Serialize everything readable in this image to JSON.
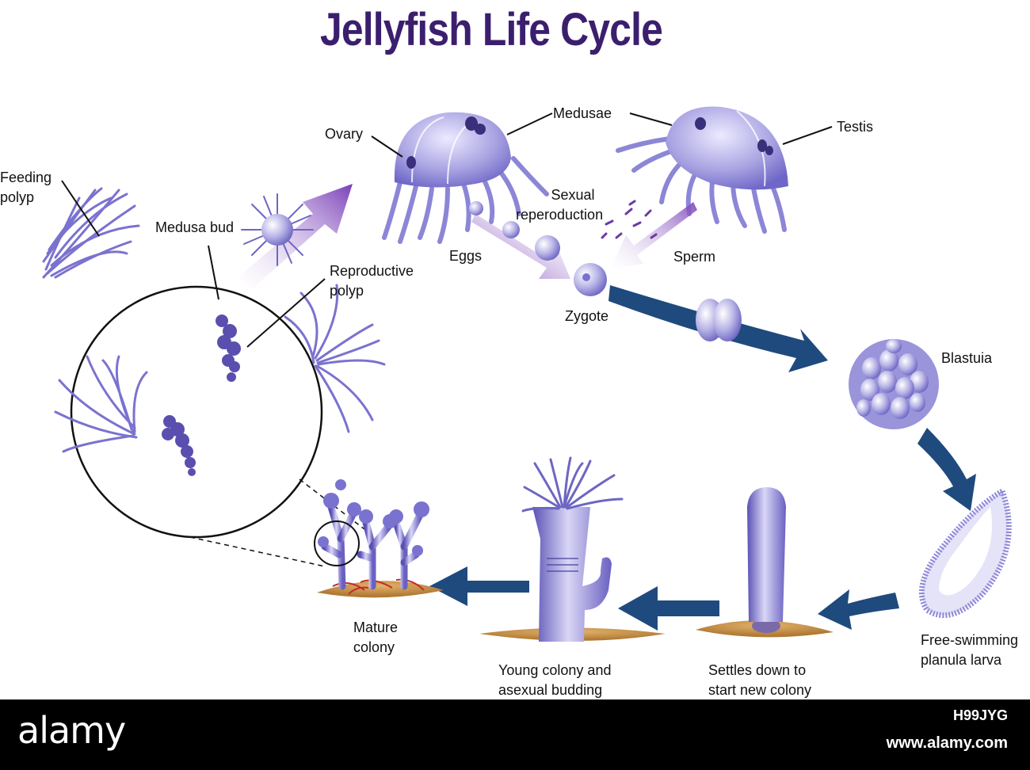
{
  "title": "Jellyfish Life Cycle",
  "labels": {
    "feeding_polyp": [
      "Feeding",
      "polyp"
    ],
    "medusa_bud": "Medusa bud",
    "reproductive_polyp": [
      "Reproductive",
      "polyp"
    ],
    "ovary": "Ovary",
    "medusae": "Medusae",
    "testis": "Testis",
    "sexual_reproduction": [
      "Sexual",
      "reperoduction"
    ],
    "eggs": "Eggs",
    "sperm": "Sperm",
    "zygote": "Zygote",
    "blastula": "Blastuia",
    "planula": [
      "Free-swimming",
      "planula larva"
    ],
    "settles": [
      "Settles down to",
      "start new colony"
    ],
    "young_colony": [
      "Young colony and",
      "asexual budding"
    ],
    "mature_colony": [
      "Mature",
      "colony"
    ]
  },
  "footer": {
    "brand": "alamy",
    "image_id": "H99JYG",
    "site": "www.alamy.com"
  },
  "colors": {
    "title": "#3b1f6e",
    "arrow_dark": "#1f4a7e",
    "organism": "#8c86d6",
    "organism_dark": "#4a3f9a",
    "purple_arrow": "#7a4bb8",
    "ground": "#c8954e"
  }
}
